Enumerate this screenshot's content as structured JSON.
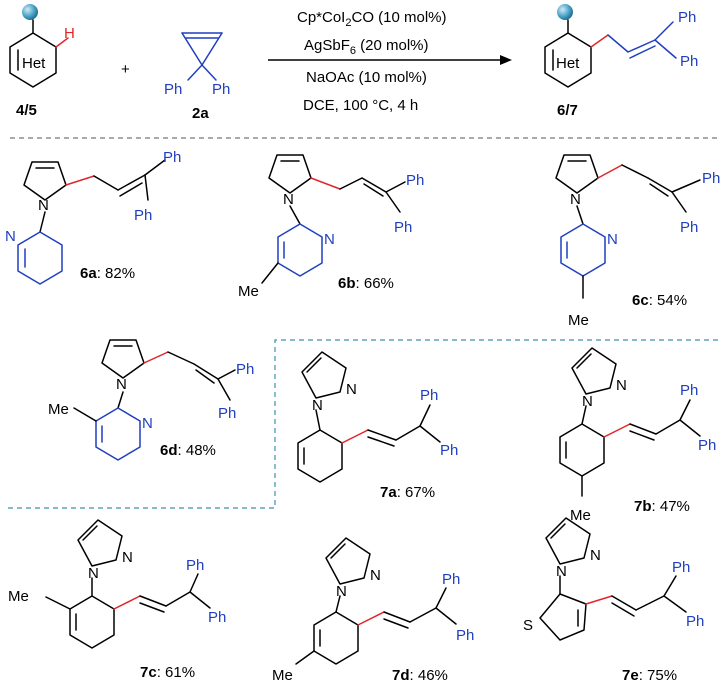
{
  "reaction": {
    "reactant1_label": "4/5",
    "het_label": "Het",
    "h_label": "H",
    "plus": "+",
    "reactant2_label": "2a",
    "ph": "Ph",
    "conditions": {
      "catalyst": "Cp*CoI",
      "catalyst_sub": "2",
      "catalyst_rest": "CO (10 mol%)",
      "additive": "AgSbF",
      "additive_sub": "6",
      "additive_rest": " (20 mol%)",
      "base": "NaOAc (10 mol%)",
      "solvent": "DCE, 100 °C, 4 h"
    },
    "product_label": "6/7"
  },
  "labels": {
    "n": "N",
    "me": "Me",
    "s": "S"
  },
  "products": [
    {
      "id": "6a",
      "yield": ": 82%"
    },
    {
      "id": "6b",
      "yield": ": 66%"
    },
    {
      "id": "6c",
      "yield": ": 54%"
    },
    {
      "id": "6d",
      "yield": ": 48%"
    },
    {
      "id": "7a",
      "yield": ": 67%"
    },
    {
      "id": "7b",
      "yield": ": 47%"
    },
    {
      "id": "7c",
      "yield": ": 61%"
    },
    {
      "id": "7d",
      "yield": ": 46%"
    },
    {
      "id": "7e",
      "yield": ": 75%"
    }
  ],
  "colors": {
    "pyridine_blue": "#1f3fbf",
    "new_bond_red": "#e0262b",
    "sphere_teal": "#4aa3c7",
    "divider_gray": "#777777",
    "divider_teal": "#3a8fb0"
  }
}
